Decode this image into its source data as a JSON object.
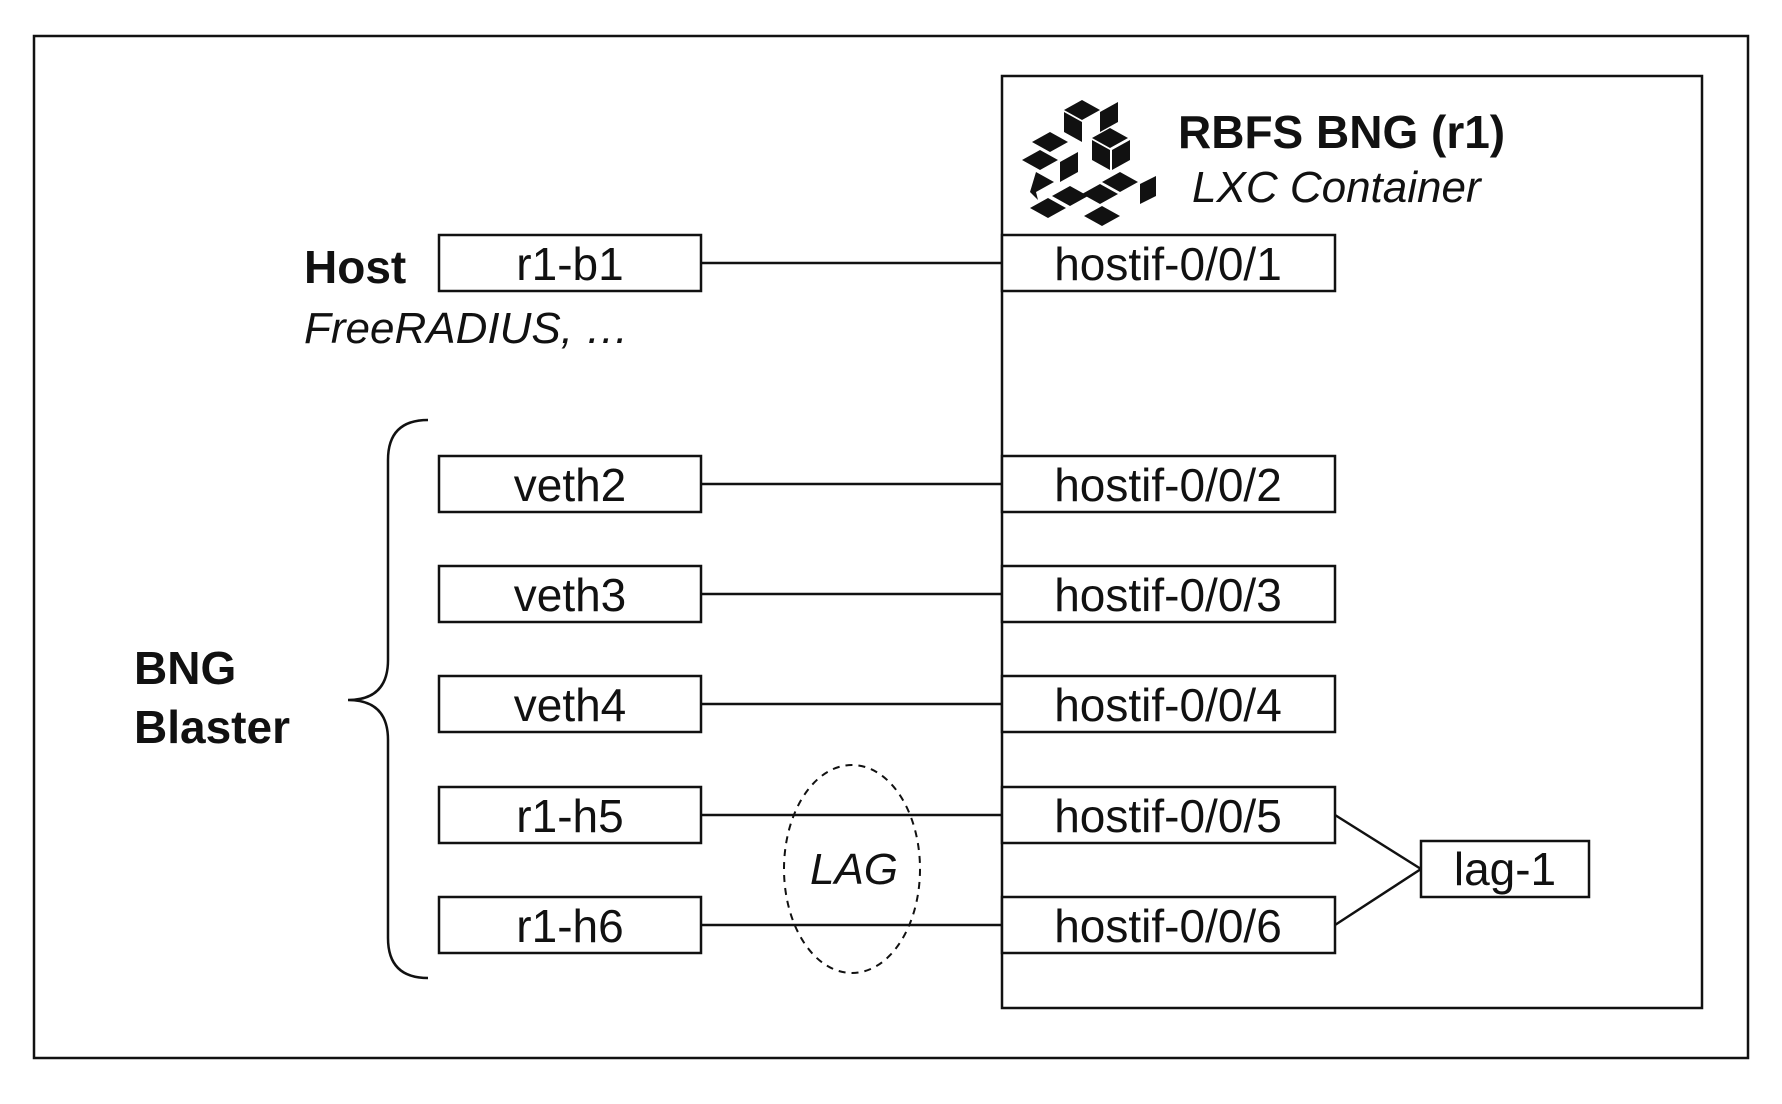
{
  "container": {
    "title": "RBFS BNG (r1)",
    "subtitle": "LXC Container"
  },
  "host": {
    "title": "Host",
    "subtitle": "FreeRADIUS, …"
  },
  "blaster": {
    "line1": "BNG",
    "line2": "Blaster"
  },
  "left_ports": [
    "r1-b1",
    "veth2",
    "veth3",
    "veth4",
    "r1-h5",
    "r1-h6"
  ],
  "right_ports": [
    "hostif-0/0/1",
    "hostif-0/0/2",
    "hostif-0/0/3",
    "hostif-0/0/4",
    "hostif-0/0/5",
    "hostif-0/0/6"
  ],
  "lag_label": "LAG",
  "lag_interface": "lag-1",
  "colors": {
    "line": "#111111",
    "background": "#ffffff"
  },
  "icon": "rtbrick-cubes-logo"
}
